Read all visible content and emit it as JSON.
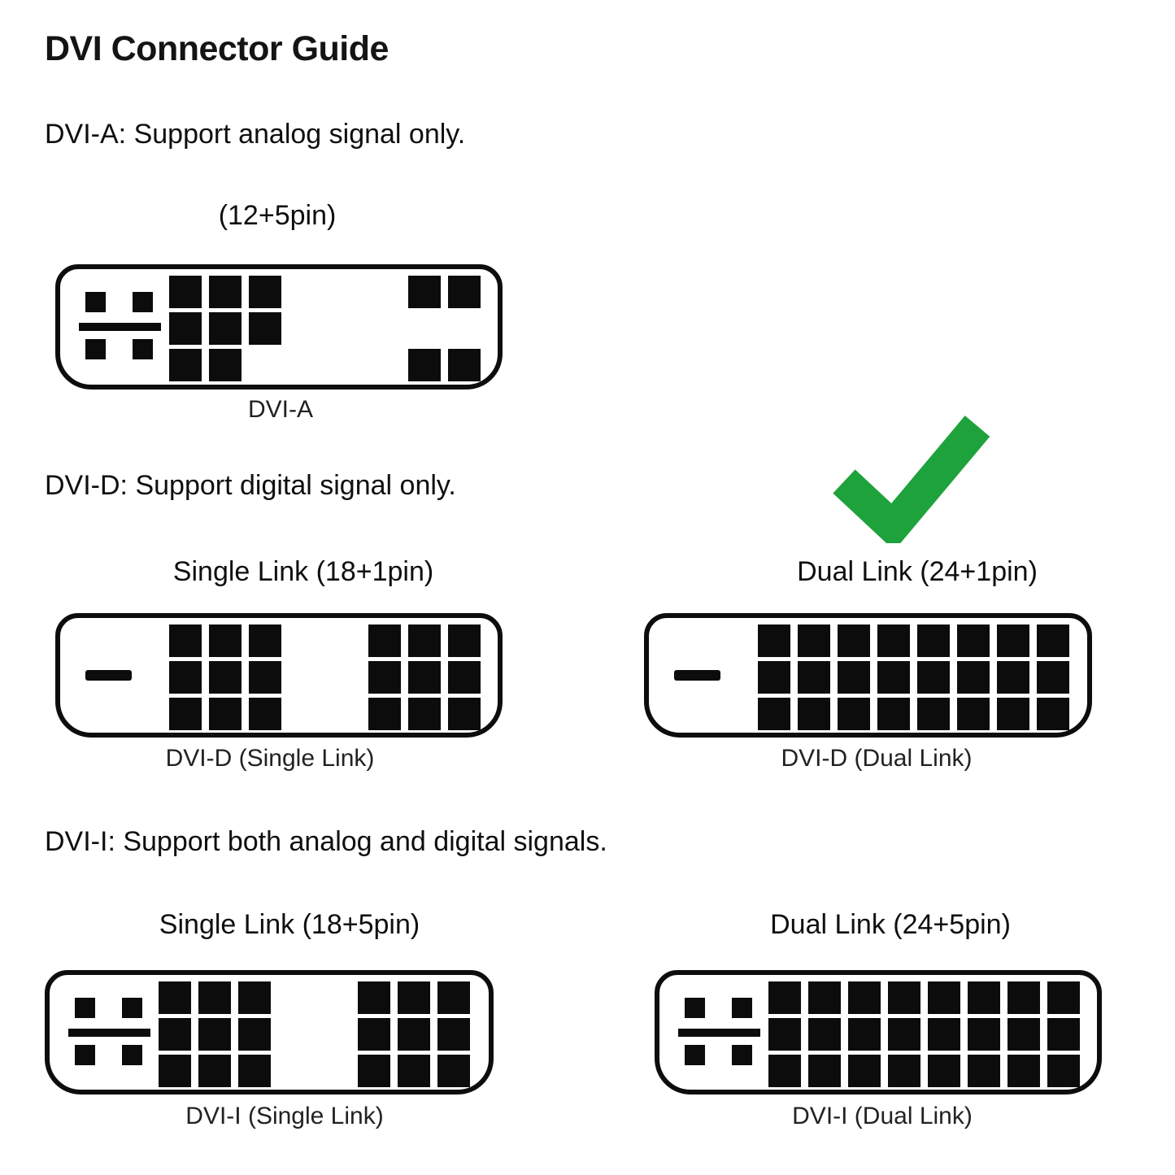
{
  "title": "DVI Connector Guide",
  "checkmark": {
    "color": "#1ea23c",
    "applies_to": "Dual Link (24+1pin)"
  },
  "sections": [
    {
      "description": "DVI-A: Support analog signal only.",
      "connectors": [
        {
          "subtitle": "(12+5pin)",
          "label": "DVI-A",
          "analog_cross": true,
          "blade": false,
          "checked": false,
          "pins": [
            [
              1,
              1,
              1,
              0,
              0,
              0,
              1,
              1
            ],
            [
              1,
              1,
              1,
              0,
              0,
              0,
              0,
              0
            ],
            [
              1,
              1,
              0,
              0,
              0,
              0,
              1,
              1
            ]
          ]
        }
      ]
    },
    {
      "description": "DVI-D: Support digital signal only.",
      "connectors": [
        {
          "subtitle": "Single Link (18+1pin)",
          "label": "DVI-D (Single Link)",
          "analog_cross": false,
          "blade": true,
          "checked": false,
          "pins": [
            [
              1,
              1,
              1,
              0,
              0,
              1,
              1,
              1
            ],
            [
              1,
              1,
              1,
              0,
              0,
              1,
              1,
              1
            ],
            [
              1,
              1,
              1,
              0,
              0,
              1,
              1,
              1
            ]
          ]
        },
        {
          "subtitle": "Dual Link (24+1pin)",
          "label": "DVI-D (Dual Link)",
          "analog_cross": false,
          "blade": true,
          "checked": true,
          "pins": [
            [
              1,
              1,
              1,
              1,
              1,
              1,
              1,
              1
            ],
            [
              1,
              1,
              1,
              1,
              1,
              1,
              1,
              1
            ],
            [
              1,
              1,
              1,
              1,
              1,
              1,
              1,
              1
            ]
          ]
        }
      ]
    },
    {
      "description": "DVI-I: Support both analog and digital signals.",
      "connectors": [
        {
          "subtitle": "Single Link (18+5pin)",
          "label": "DVI-I (Single Link)",
          "analog_cross": true,
          "blade": false,
          "checked": false,
          "pins": [
            [
              1,
              1,
              1,
              0,
              0,
              1,
              1,
              1
            ],
            [
              1,
              1,
              1,
              0,
              0,
              1,
              1,
              1
            ],
            [
              1,
              1,
              1,
              0,
              0,
              1,
              1,
              1
            ]
          ]
        },
        {
          "subtitle": "Dual Link (24+5pin)",
          "label": "DVI-I (Dual Link)",
          "analog_cross": true,
          "blade": false,
          "checked": false,
          "pins": [
            [
              1,
              1,
              1,
              1,
              1,
              1,
              1,
              1
            ],
            [
              1,
              1,
              1,
              1,
              1,
              1,
              1,
              1
            ],
            [
              1,
              1,
              1,
              1,
              1,
              1,
              1,
              1
            ]
          ]
        }
      ]
    }
  ]
}
